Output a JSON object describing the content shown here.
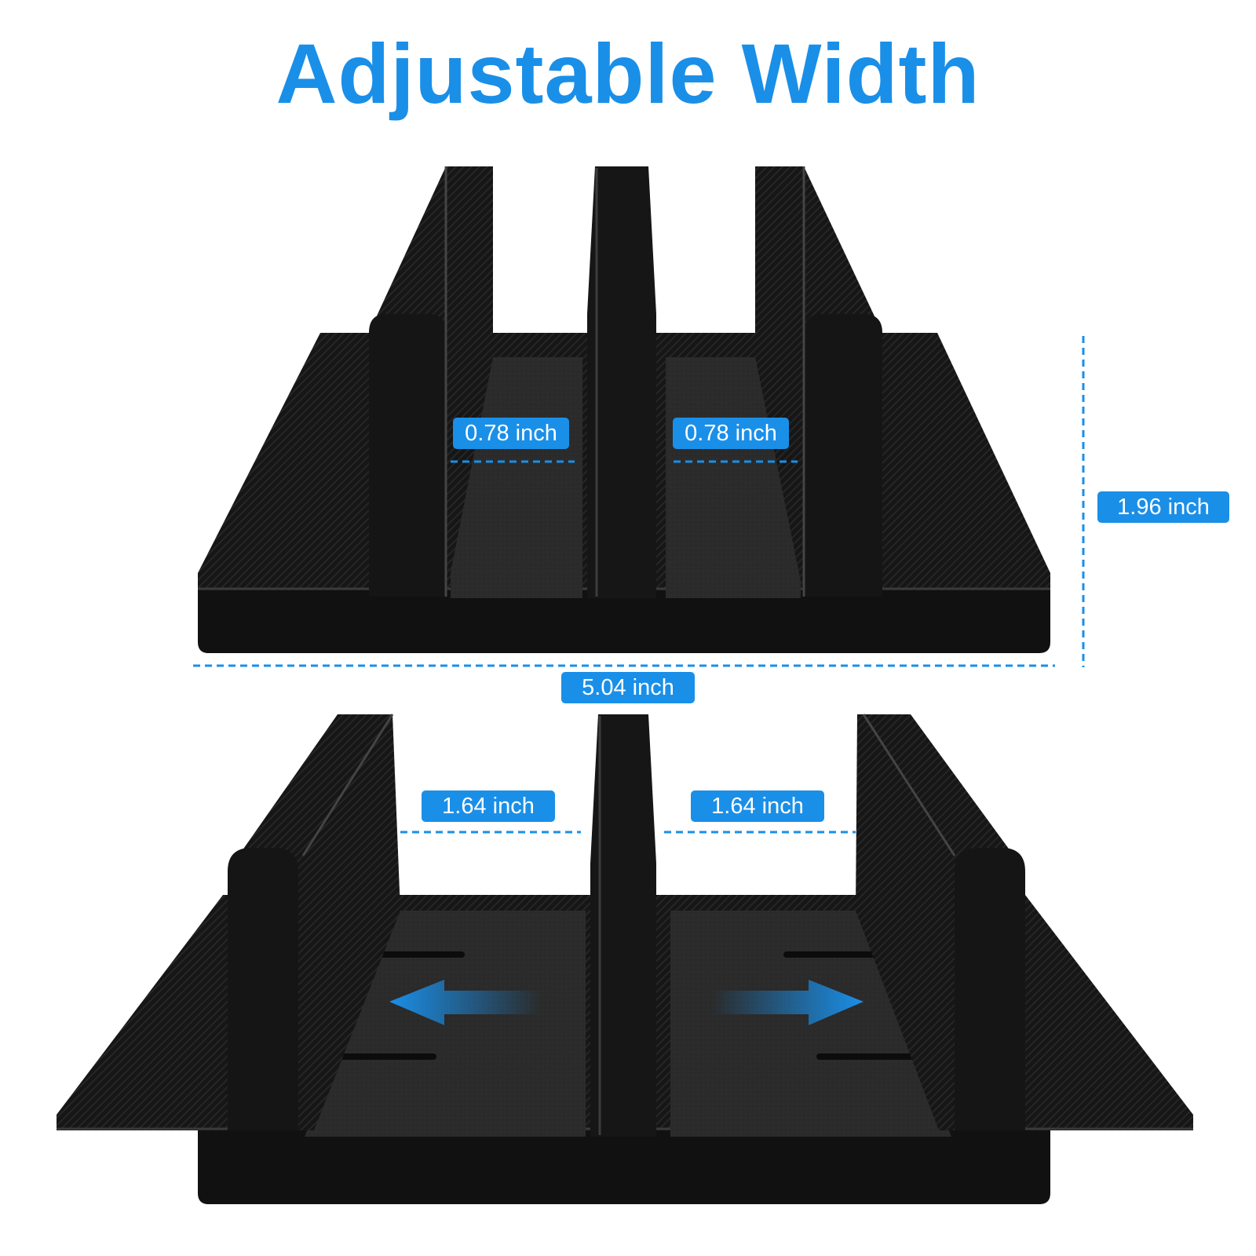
{
  "title": "Adjustable Width",
  "colors": {
    "accent": "#1a8fe8",
    "product": "#141414",
    "felt": "#2b2b2b"
  },
  "measurements": {
    "top_slot_left": "0.78 inch",
    "top_slot_right": "0.78 inch",
    "height": "1.96 inch",
    "base_width": "5.04 inch",
    "bottom_slot_left": "1.64 inch",
    "bottom_slot_right": "1.64 inch"
  },
  "icons": [
    "arrow-left-icon",
    "arrow-right-icon"
  ]
}
